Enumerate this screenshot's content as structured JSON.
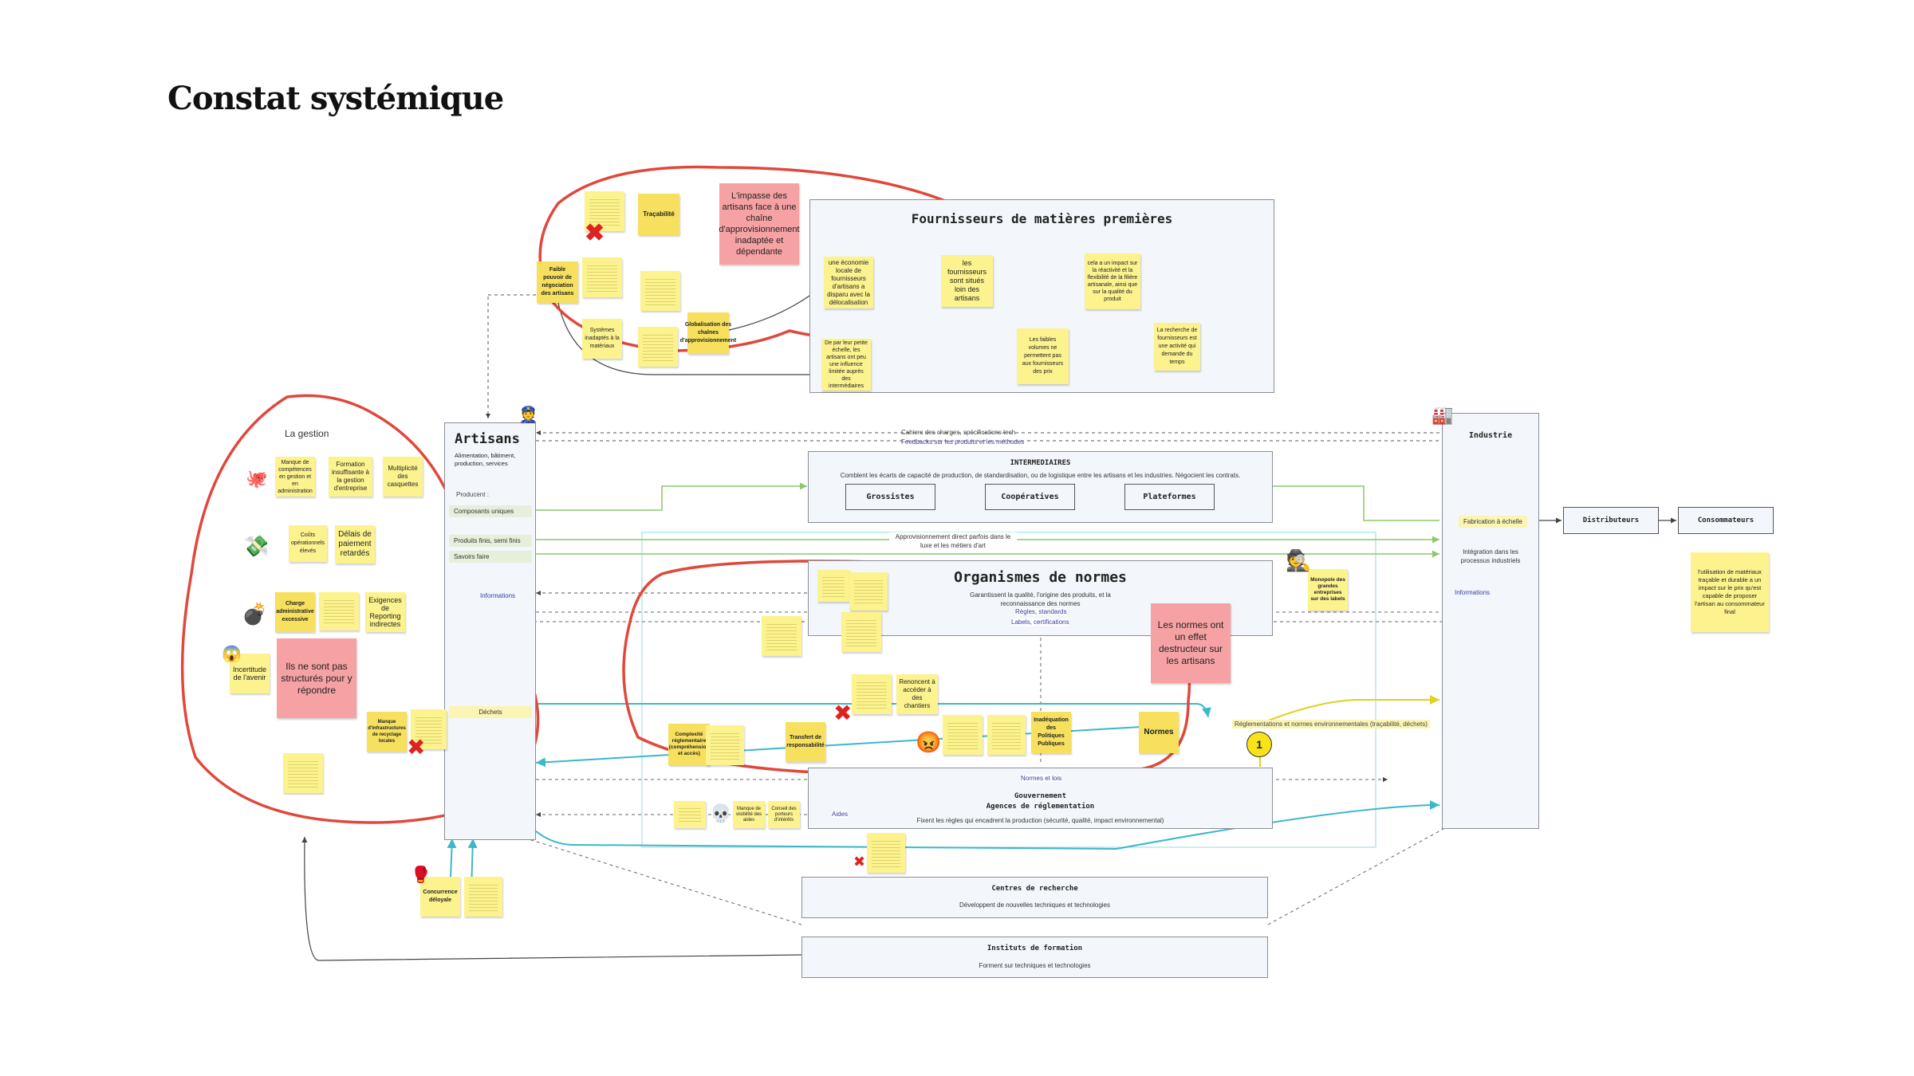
{
  "page": {
    "title": "Constat systémique"
  },
  "frames": {
    "fournisseurs": {
      "title": "Fournisseurs de matières premières"
    },
    "artisans": {
      "title": "Artisans",
      "subtitle": "Alimentation, bâtiment, production, services"
    },
    "industrie": {
      "title": "Industrie"
    },
    "intermediaires": {
      "title": "INTERMEDIAIRES",
      "subtitle": "Comblent les écarts de capacité de production, de standardisation, ou de logistique entre les artisans et les industries. Négocient les contrats."
    },
    "organismes": {
      "title": "Organismes de normes",
      "subtitle": "Garantissent la qualité, l'origine des produits, et la reconnaissance des normes"
    },
    "gouvernement": {
      "title1": "Gouvernement",
      "title2": "Agences de réglementation",
      "subtitle": "Fixent les règles qui encadrent la production (sécurité, qualité, impact environnemental)"
    },
    "recherche": {
      "title": "Centres de recherche",
      "subtitle": "Développent de nouvelles techniques et technologies"
    },
    "instituts": {
      "title": "Instituts de formation",
      "subtitle": "Forment sur techniques et technologies"
    }
  },
  "boxes": {
    "grossistes": "Grossistes",
    "cooperatives": "Coopératives",
    "plateformes": "Plateformes",
    "distributeurs": "Distributeurs",
    "consommateurs": "Consommateurs"
  },
  "artisans_items": {
    "producent": "Producent :",
    "composants": "Composants uniques",
    "produits": "Produits finis, semi finis",
    "savoirs": "Savoirs faire",
    "informations": "Informations",
    "dechets": "Déchets"
  },
  "gestion": {
    "title": "La gestion",
    "manque": "Manque de compétences en gestion et en administration",
    "formation": "Formation insuffisante à la gestion d'entreprise",
    "multiplicite": "Multiplicité des casquettes",
    "couts": "Coûts opérationnels élevés",
    "delais": "Délais de paiement retardés",
    "charge": "Charge administrative excessive",
    "exigences": "Exigences de Reporting indirectes",
    "incertitude": "Incertitude de l'avenir",
    "pink": "Ils ne sont pas structurés pour y répondre"
  },
  "fournisseurs_notes": {
    "tracabilite": "Traçabilité",
    "faible": "Faible pouvoir de négociation des artisans",
    "systemes": "Systèmes inadaptés à la matériaux",
    "globalisation": "Globalisation des chaînes d'approvisionnement",
    "pink": "L'impasse des artisans face à une chaîne d'approvisionnement inadaptée et dépendante",
    "economie": "une économie locale de fournisseurs d'artisans a disparu avec la délocalisation",
    "loin": "les fournisseurs sont situés loin des artisans",
    "impact": "cela a un impact sur la réactivité et la flexibilité de la filière artisanale, ainsi que sur la qualité du produit",
    "petite": "De par leur petite échelle, les artisans ont peu une influence limitée auprès des intermédiaires",
    "faibles": "Les faibles volumes ne permettent pas aux fournisseurs des prix",
    "recherche": "La recherche de fournisseurs est une activité qui demande du temps"
  },
  "organismes_notes": {
    "pink": "Les normes ont un effet destructeur sur les artisans",
    "renoncent": "Renoncent à accéder à des chantiers",
    "normes": "Normes",
    "inadequation": "Inadéquation des Politiques Publiques",
    "complexite": "Complexité réglementaire (compréhension et accès)",
    "transfert": "Transfert de responsabilité",
    "monopole": "Monopole des grandes entreprises sur des labels",
    "manque_infra": "Manque d'infrastructures de recyclage locales",
    "concurrence": "Concurrence déloyale",
    "manque_visibilite": "Manque de visibilité des aides",
    "conseil": "Conseil des porteurs d'intérêts"
  },
  "flows": {
    "cahiers": "Cahiers des charges, spécifications tech",
    "feedbacks": "Feedbacks sur les produits et les méthodes",
    "appro_direct": "Approvisionnement direct parfois dans le luxe et les métiers d'art",
    "regles": "Règles, standards",
    "labels": "Labels, certifications",
    "reglementations": "Réglementations et normes environnementales (traçabilité, déchets)",
    "normes_lois": "Normes et lois",
    "aides": "Aides",
    "informations": "Informations",
    "fabrication": "Fabrication à échelle",
    "integration": "Intégration dans les processus industriels",
    "consommateur_note": "l'utilisation de matériaux traçable et durable a un impact sur le prix qu'est capable de proposer l'artisan au consommateur final",
    "circle": "1"
  },
  "colors": {
    "red_outline": "#e0483c",
    "frame_bg": "#f3f7fb",
    "sticky": "#fcf28e",
    "pink": "#f6a2a4",
    "teal": "#3bb8c9",
    "green": "#8cc96a",
    "yellow": "#e3cf1f"
  },
  "icons": [
    "cross-icon",
    "money-icon",
    "bomb-icon",
    "scream-icon",
    "octopus-icon",
    "factory-icon",
    "police-icon",
    "boxing-glove-icon",
    "skull-icon",
    "angry-face-icon",
    "detective-icon"
  ]
}
